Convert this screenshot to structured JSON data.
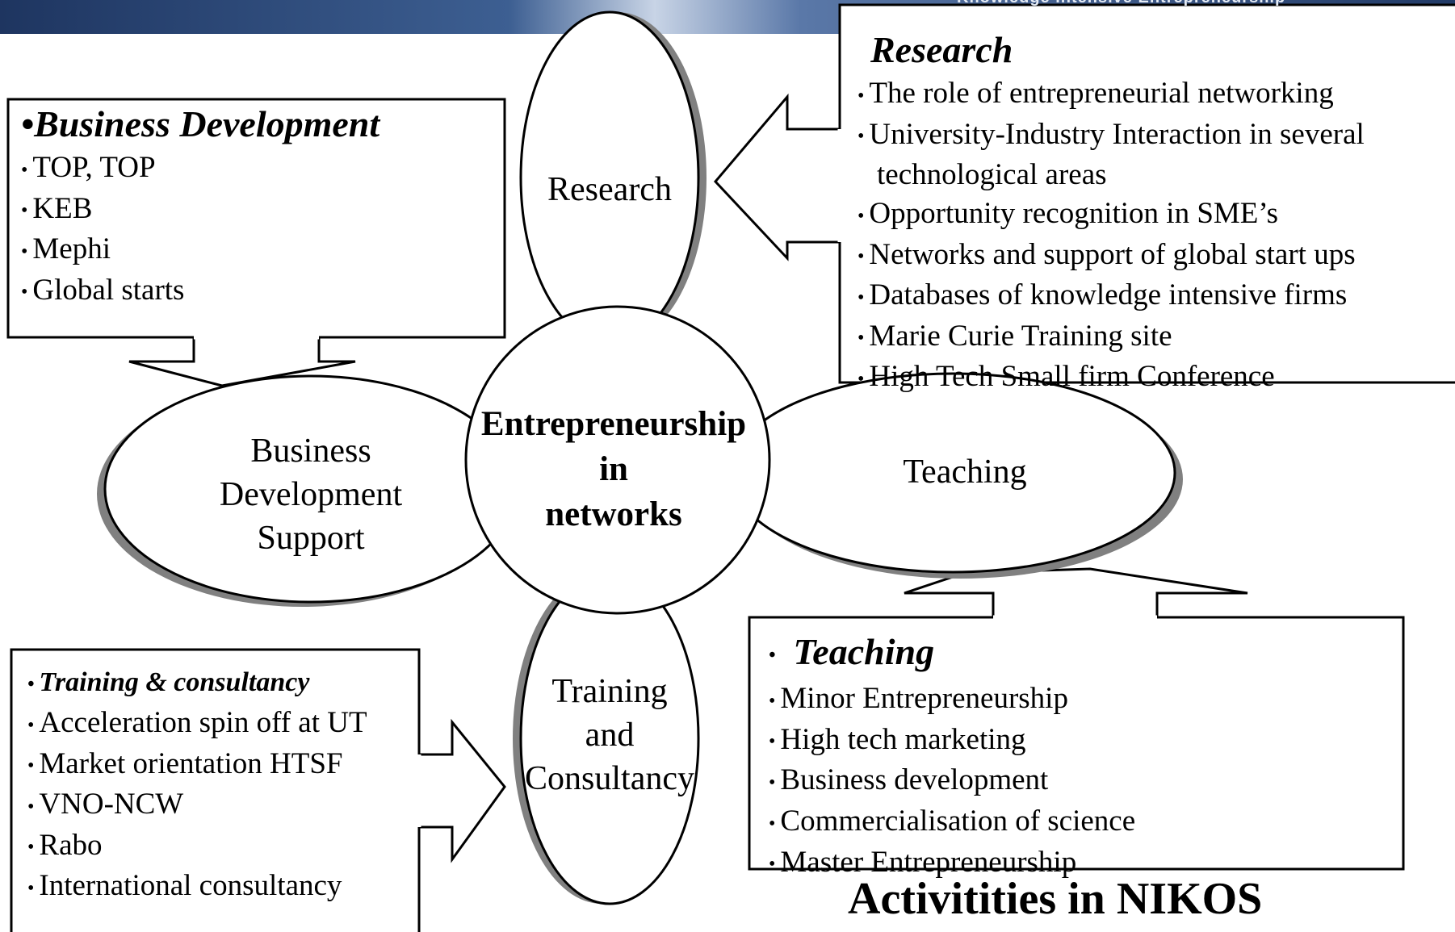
{
  "banner": {
    "text": "Knowledge Intensive Entrepreneurship"
  },
  "center": {
    "lines": [
      "Entrepreneurship",
      "in",
      "networks"
    ]
  },
  "ovals": {
    "research": [
      "Research"
    ],
    "teaching": [
      "Teaching"
    ],
    "business": [
      "Business",
      "Development",
      "Support"
    ],
    "training": [
      "Training",
      "and",
      "Consultancy"
    ]
  },
  "boxes": {
    "research": {
      "title": "Research",
      "items": [
        "The  role of entrepreneurial networking",
        "University-Industry Interaction in several",
        "technological areas",
        "Opportunity recognition in SME’s",
        "Networks and support of global start ups",
        "Databases of knowledge intensive firms",
        "Marie Curie Training site",
        "High Tech Small firm Conference"
      ]
    },
    "business": {
      "title": "Business Development",
      "items": [
        "TOP, TOP",
        "KEB",
        "Mephi",
        "Global starts"
      ]
    },
    "teaching": {
      "title": "Teaching",
      "items": [
        "Minor Entrepreneurship",
        "High tech marketing",
        "Business development",
        "Commercialisation of science",
        "Master Entrepreneurship"
      ]
    },
    "training": {
      "title": "Training & consultancy",
      "items": [
        "Acceleration spin off at UT",
        "Market orientation HTSF",
        "VNO-NCW",
        "Rabo",
        "International  consultancy"
      ]
    }
  },
  "footer": {
    "title": "Activitities in NIKOS"
  },
  "colors": {
    "banner_dark": "#1e3560",
    "banner_light": "#9fb4d3",
    "shadow": "#808080",
    "line": "#000000"
  }
}
